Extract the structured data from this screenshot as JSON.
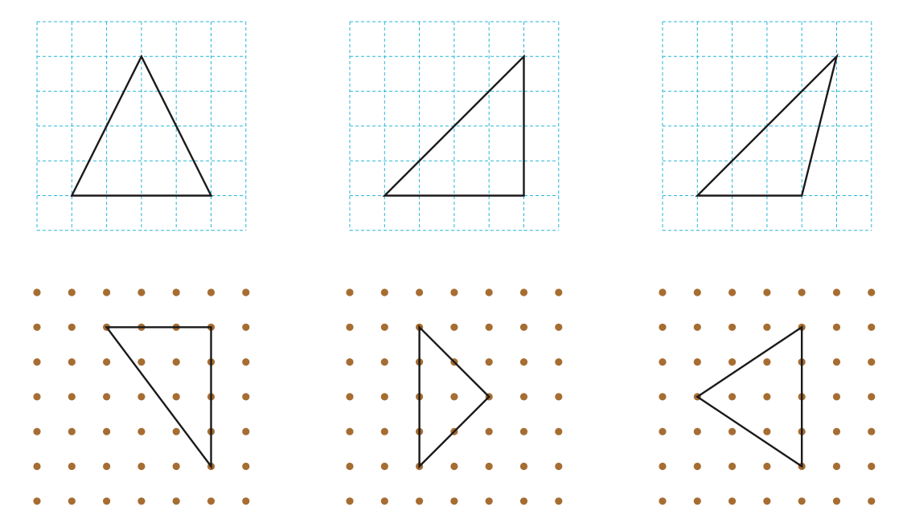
{
  "colors": {
    "grid_line": "#29b6d8",
    "dot": "#a66d32",
    "shape_stroke": "#1a1a1a",
    "background": "#ffffff"
  },
  "grid_panels": [
    {
      "id": "grid-1",
      "cells": 6,
      "triangle": [
        [
          3,
          1
        ],
        [
          1,
          5
        ],
        [
          5,
          5
        ]
      ]
    },
    {
      "id": "grid-2",
      "cells": 6,
      "triangle": [
        [
          5,
          1
        ],
        [
          1,
          5
        ],
        [
          5,
          5
        ]
      ]
    },
    {
      "id": "grid-3",
      "cells": 6,
      "triangle": [
        [
          5,
          1
        ],
        [
          1,
          5
        ],
        [
          4,
          5
        ]
      ]
    }
  ],
  "dot_panels": [
    {
      "id": "dots-1",
      "points": 7,
      "triangle": [
        [
          2,
          1
        ],
        [
          5,
          1
        ],
        [
          5,
          5
        ]
      ]
    },
    {
      "id": "dots-2",
      "points": 7,
      "triangle": [
        [
          2,
          1
        ],
        [
          4,
          3
        ],
        [
          2,
          5
        ]
      ]
    },
    {
      "id": "dots-3",
      "points": 7,
      "triangle": [
        [
          4,
          1
        ],
        [
          1,
          3
        ],
        [
          4,
          5
        ]
      ]
    }
  ]
}
